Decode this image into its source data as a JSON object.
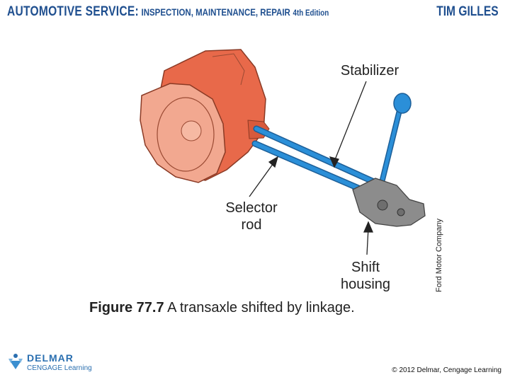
{
  "header": {
    "title_main": "AUTOMOTIVE SERVICE:",
    "title_sub": "INSPECTION, MAINTENANCE, REPAIR",
    "edition": "4th Edition",
    "author": "TIM GILLES"
  },
  "diagram": {
    "labels": {
      "stabilizer": "Stabilizer",
      "selector_line1": "Selector",
      "selector_line2": "rod",
      "shift_line1": "Shift",
      "shift_line2": "housing"
    },
    "credit": "Ford Motor Company"
  },
  "caption": {
    "figure": "Figure 77.7",
    "text": "A transaxle shifted by linkage."
  },
  "footer": {
    "logo_name": "DELMAR",
    "logo_sub": "CENGAGE Learning",
    "copyright": "© 2012 Delmar, Cengage Learning"
  },
  "colors": {
    "title_blue": "#1f4f8f",
    "case_orange": "#e8694a",
    "case_light": "#f2a890",
    "rod_blue": "#2b8fd8",
    "housing_gray": "#8c8c8c"
  }
}
